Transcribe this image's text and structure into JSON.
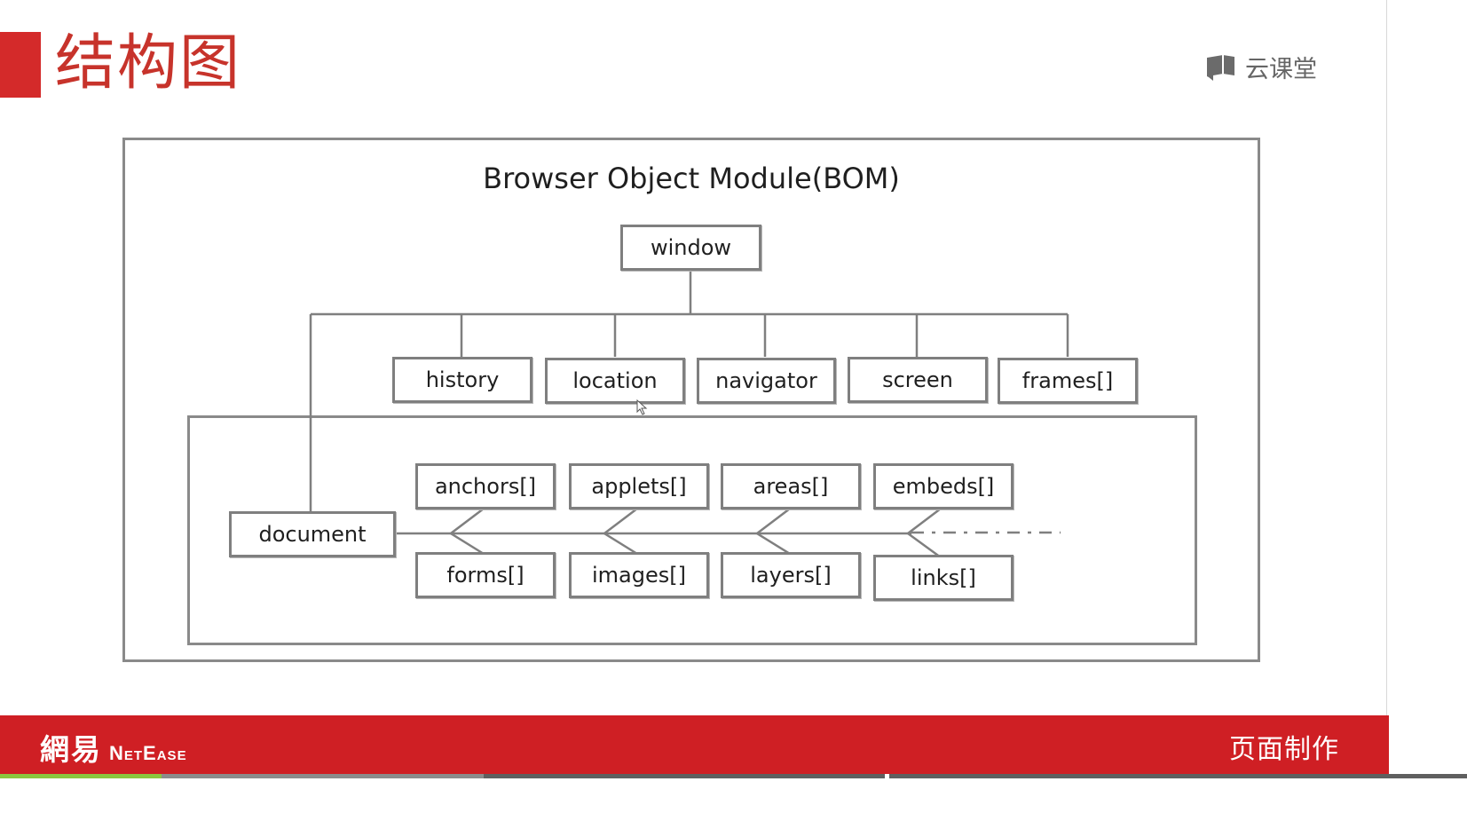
{
  "slide": {
    "title": "结构图",
    "brand": "云课堂",
    "footer_brand_cn": "網易",
    "footer_brand_en": "NetEase",
    "footer_course": "页面制作",
    "accent_color": "#d42a2a"
  },
  "diagram": {
    "title": "Browser Object Module(BOM)",
    "root": "window",
    "children": [
      "history",
      "location",
      "navigator",
      "screen",
      "frames[]"
    ],
    "document": "document",
    "collections_top": [
      "anchors[]",
      "applets[]",
      "areas[]",
      "embeds[]"
    ],
    "collections_bottom": [
      "forms[]",
      "images[]",
      "layers[]",
      "links[]"
    ]
  },
  "player": {
    "progress_played": 0.11,
    "progress_buffered": 0.33
  }
}
